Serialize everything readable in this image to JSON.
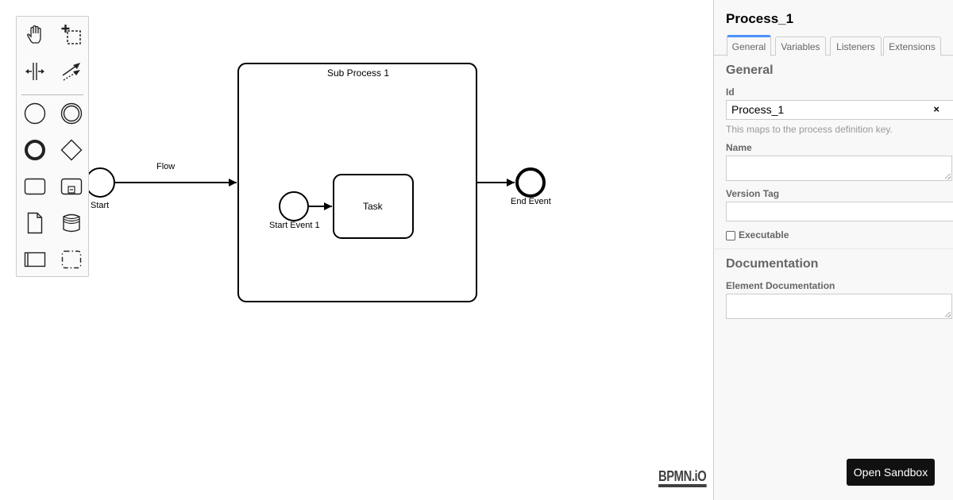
{
  "palette": {
    "tools": [
      {
        "name": "hand-tool",
        "icon": "hand-icon"
      },
      {
        "name": "lasso-tool",
        "icon": "lasso-icon"
      },
      {
        "name": "space-tool",
        "icon": "space-icon"
      },
      {
        "name": "global-connect-tool",
        "icon": "connect-icon"
      },
      {
        "name": "create-start-event",
        "icon": "start-event-icon"
      },
      {
        "name": "create-intermediate-event",
        "icon": "intermediate-event-icon"
      },
      {
        "name": "create-end-event",
        "icon": "end-event-icon"
      },
      {
        "name": "create-gateway",
        "icon": "gateway-icon"
      },
      {
        "name": "create-task",
        "icon": "task-icon"
      },
      {
        "name": "create-subprocess",
        "icon": "subprocess-icon"
      },
      {
        "name": "create-data-object",
        "icon": "data-object-icon"
      },
      {
        "name": "create-data-store",
        "icon": "data-store-icon"
      },
      {
        "name": "create-pool",
        "icon": "pool-icon"
      },
      {
        "name": "create-group",
        "icon": "group-icon"
      }
    ]
  },
  "diagram": {
    "start_label": "Start",
    "flow_label": "Flow",
    "subprocess_label": "Sub Process 1",
    "inner_start_label": "Start Event 1",
    "task_label": "Task",
    "end_label": "End Event"
  },
  "branding": {
    "logo": "BPMN.iO"
  },
  "panel": {
    "title": "Process_1",
    "tabs": [
      {
        "label": "General",
        "active": true
      },
      {
        "label": "Variables",
        "active": false
      },
      {
        "label": "Listeners",
        "active": false
      },
      {
        "label": "Extensions",
        "active": false
      }
    ],
    "general": {
      "heading": "General",
      "id_label": "Id",
      "id_value": "Process_1",
      "id_clear": "×",
      "id_hint": "This maps to the process definition key.",
      "name_label": "Name",
      "name_value": "",
      "version_label": "Version Tag",
      "version_value": "",
      "executable_label": "Executable",
      "executable_checked": false
    },
    "documentation": {
      "heading": "Documentation",
      "element_doc_label": "Element Documentation",
      "element_doc_value": ""
    }
  },
  "sandbox_button": "Open Sandbox",
  "colors": {
    "active_tab": "#4d90fe",
    "button_bg": "#111111"
  }
}
